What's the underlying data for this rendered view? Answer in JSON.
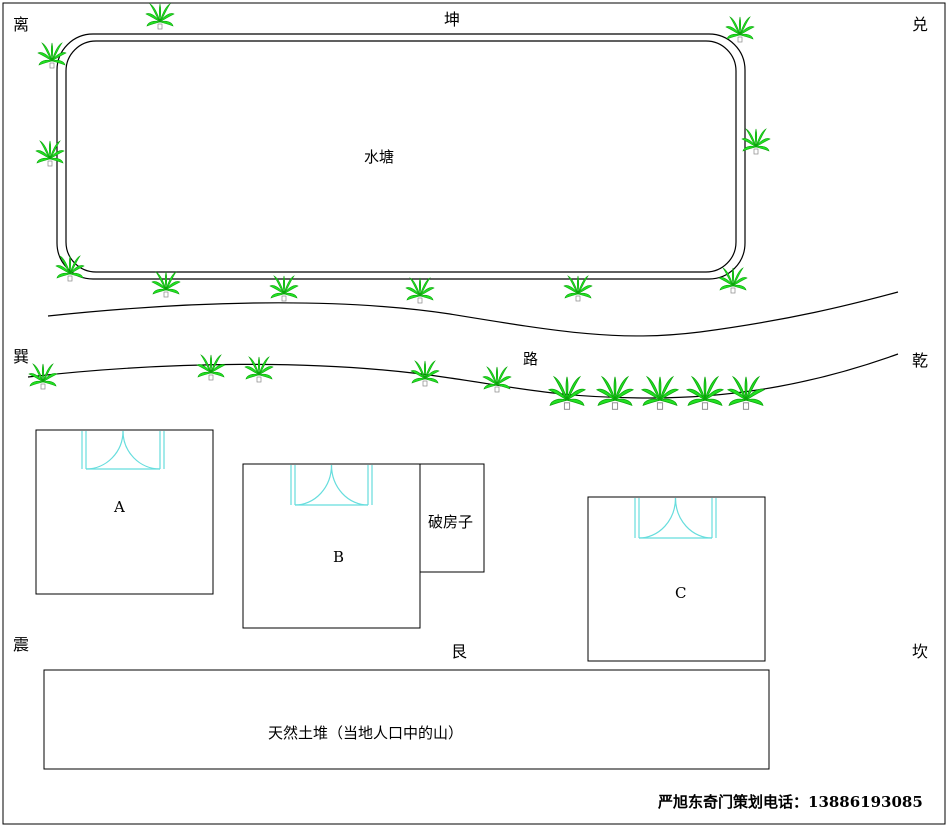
{
  "directions": {
    "li": "离",
    "kun": "坤",
    "dui": "兑",
    "xun": "巽",
    "qian": "乾",
    "zhen": "震",
    "gen": "艮",
    "kan": "坎"
  },
  "features": {
    "pond": "水塘",
    "road": "路",
    "ruined_house": "破房子",
    "mound": "天然土堆（当地人口中的山）"
  },
  "buildings": {
    "a": "A",
    "b": "B",
    "c": "C"
  },
  "footer": {
    "contact": "严旭东奇门策划电话：13886193085"
  },
  "colors": {
    "outline": "#000000",
    "tree": "#22e022",
    "tree_dark": "#0aa50a",
    "door": "#66dddd"
  },
  "icons": {
    "tree": "palm-tree-icon",
    "door": "double-door-icon"
  }
}
